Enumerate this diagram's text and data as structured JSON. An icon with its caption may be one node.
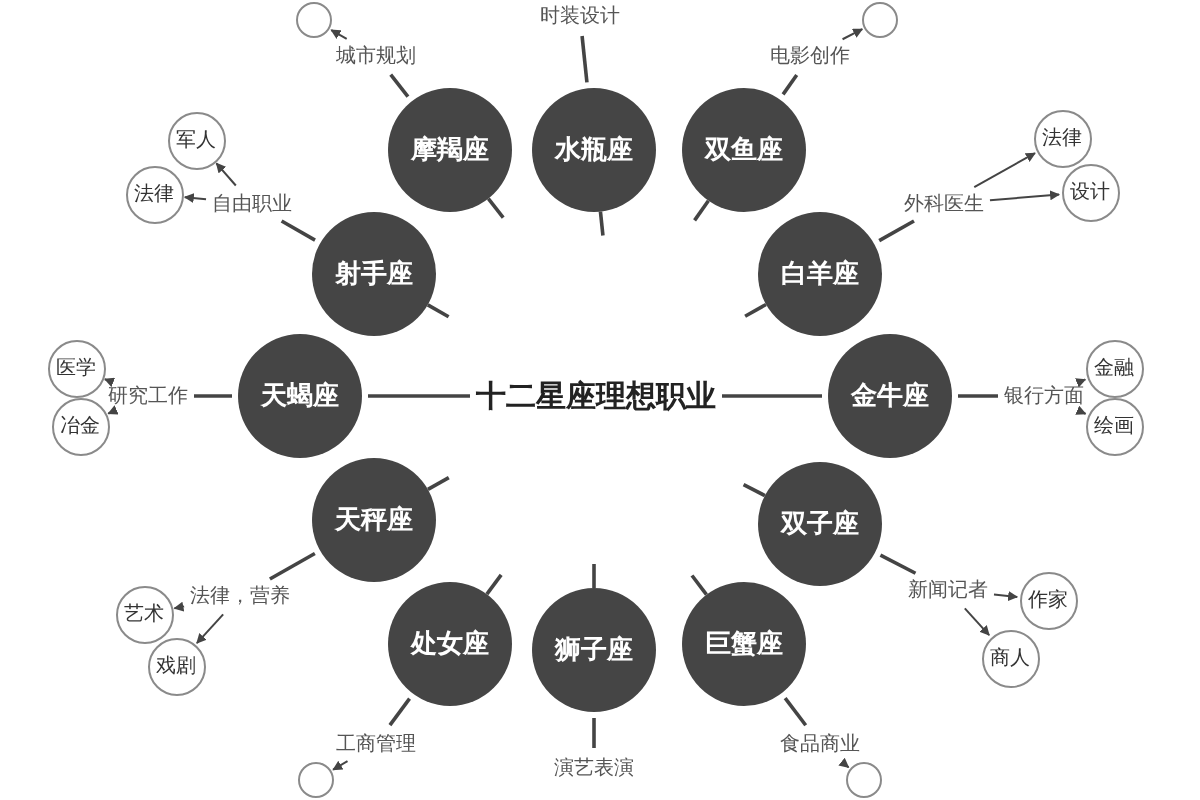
{
  "diagram": {
    "nodes": [
      {
        "text": [
          "城市规划"
        ]
      },
      {
        "text": [
          "时装设计"
        ]
      },
      {
        "text": [
          "电影创作"
        ]
      },
      {
        "text": [
          "摩羯座"
        ]
      },
      {
        "text": [
          "水瓶座"
        ]
      },
      {
        "text": [
          "双鱼座"
        ]
      },
      {
        "text": [
          "军人"
        ]
      },
      {
        "text": [
          "法律"
        ]
      },
      {
        "text": [
          "自由职业"
        ]
      },
      {
        "text": [
          "法律"
        ]
      },
      {
        "text": [
          "设计"
        ]
      },
      {
        "text": [
          "外科医生"
        ]
      },
      {
        "text": [
          "射手座"
        ]
      },
      {
        "text": [
          "白羊座"
        ]
      },
      {
        "text": [
          "医学"
        ]
      },
      {
        "text": [
          "研究工作"
        ]
      },
      {
        "text": [
          "冶金"
        ]
      },
      {
        "text": [
          "天蝎座"
        ]
      },
      {
        "text": [
          "十二星座理想职业"
        ]
      },
      {
        "text": [
          "金牛座"
        ]
      },
      {
        "text": [
          "银行方面"
        ]
      },
      {
        "text": [
          "金融"
        ]
      },
      {
        "text": [
          "绘画"
        ]
      },
      {
        "text": [
          "天秤座"
        ]
      },
      {
        "text": [
          "双子座"
        ]
      },
      {
        "text": [
          "法律，营养"
        ]
      },
      {
        "text": [
          "艺术"
        ]
      },
      {
        "text": [
          "戏剧"
        ]
      },
      {
        "text": [
          "新闻记者"
        ]
      },
      {
        "text": [
          "作家"
        ]
      },
      {
        "text": [
          "商人"
        ]
      },
      {
        "text": [
          "处女座"
        ]
      },
      {
        "text": [
          "狮子座"
        ]
      },
      {
        "text": [
          "巨蟹座"
        ]
      },
      {
        "text": [
          "工商管理"
        ]
      },
      {
        "text": [
          "演艺表演"
        ]
      },
      {
        "text": [
          "食品商业"
        ]
      },
      {
        "text": [],
        "shape": "circle"
      },
      {
        "text": [],
        "shape": "circle"
      },
      {
        "text": [],
        "shape": "circle"
      },
      {
        "text": [],
        "shape": "circle"
      }
    ],
    "edges": [
      {
        "from": 18,
        "to": 17,
        "arrow": "none"
      },
      {
        "from": 18,
        "to": 19,
        "arrow": "none"
      },
      {
        "from": 3,
        "to": 0,
        "arrow": "none"
      },
      {
        "from": 4,
        "to": 1,
        "arrow": "none"
      },
      {
        "from": 5,
        "to": 2,
        "arrow": "none"
      },
      {
        "from": 12,
        "to": 8,
        "arrow": "none"
      },
      {
        "from": 13,
        "to": 11,
        "arrow": "none"
      },
      {
        "from": 17,
        "to": 15,
        "arrow": "none"
      },
      {
        "from": 19,
        "to": 20,
        "arrow": "none"
      },
      {
        "from": 23,
        "to": 25,
        "arrow": "none"
      },
      {
        "from": 24,
        "to": 28,
        "arrow": "none"
      },
      {
        "from": 31,
        "to": 34,
        "arrow": "none"
      },
      {
        "from": 32,
        "to": 35,
        "arrow": "none"
      },
      {
        "from": 33,
        "to": 36,
        "arrow": "none"
      },
      {
        "from": 8,
        "to": 6,
        "arrow": "to"
      },
      {
        "from": 8,
        "to": 7,
        "arrow": "to"
      },
      {
        "from": 11,
        "to": 9,
        "arrow": "to"
      },
      {
        "from": 11,
        "to": 10,
        "arrow": "to"
      },
      {
        "from": 15,
        "to": 14,
        "arrow": "to"
      },
      {
        "from": 15,
        "to": 16,
        "arrow": "to"
      },
      {
        "from": 20,
        "to": 21,
        "arrow": "to"
      },
      {
        "from": 20,
        "to": 22,
        "arrow": "to"
      },
      {
        "from": 25,
        "to": 26,
        "arrow": "to"
      },
      {
        "from": 25,
        "to": 27,
        "arrow": "to"
      },
      {
        "from": 28,
        "to": 29,
        "arrow": "to"
      },
      {
        "from": 28,
        "to": 30,
        "arrow": "to"
      },
      {
        "from": 0,
        "to": 37,
        "arrow": "to"
      },
      {
        "from": 2,
        "to": 38,
        "arrow": "to"
      },
      {
        "from": 34,
        "to": 39,
        "arrow": "to"
      },
      {
        "from": 36,
        "to": 40,
        "arrow": "to"
      }
    ]
  }
}
